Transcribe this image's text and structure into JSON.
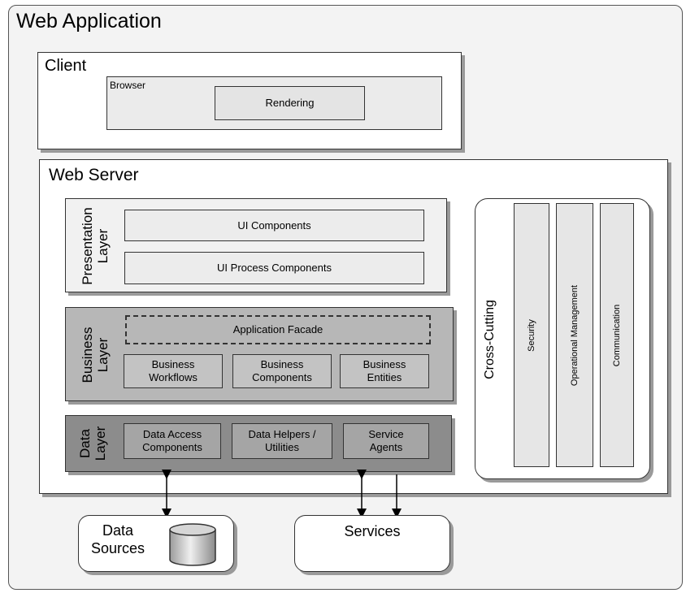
{
  "web_application": {
    "title": "Web Application"
  },
  "client": {
    "title": "Client",
    "browser": {
      "label": "Browser",
      "rendering": "Rendering"
    }
  },
  "web_server": {
    "title": "Web Server",
    "presentation_layer": {
      "label": "Presentation\nLayer",
      "components": [
        "UI Components",
        "UI Process Components"
      ]
    },
    "business_layer": {
      "label": "Business\nLayer",
      "facade": "Application Facade",
      "components": [
        "Business\nWorkflows",
        "Business\nComponents",
        "Business\nEntities"
      ]
    },
    "data_layer": {
      "label": "Data\nLayer",
      "components": [
        "Data Access\nComponents",
        "Data Helpers /\nUtilities",
        "Service\nAgents"
      ]
    },
    "cross_cutting": {
      "label": "Cross-Cutting",
      "columns": [
        "Security",
        "Operational Management",
        "Communication"
      ]
    }
  },
  "externals": {
    "data_sources": "Data\nSources",
    "services": "Services"
  },
  "colors": {
    "presentation": "#f1f1f1",
    "business": "#b7b7b7",
    "data": "#8c8c8c",
    "frame": "#f3f3f3"
  },
  "icons": {
    "data_sources": "database-cylinder-icon"
  }
}
